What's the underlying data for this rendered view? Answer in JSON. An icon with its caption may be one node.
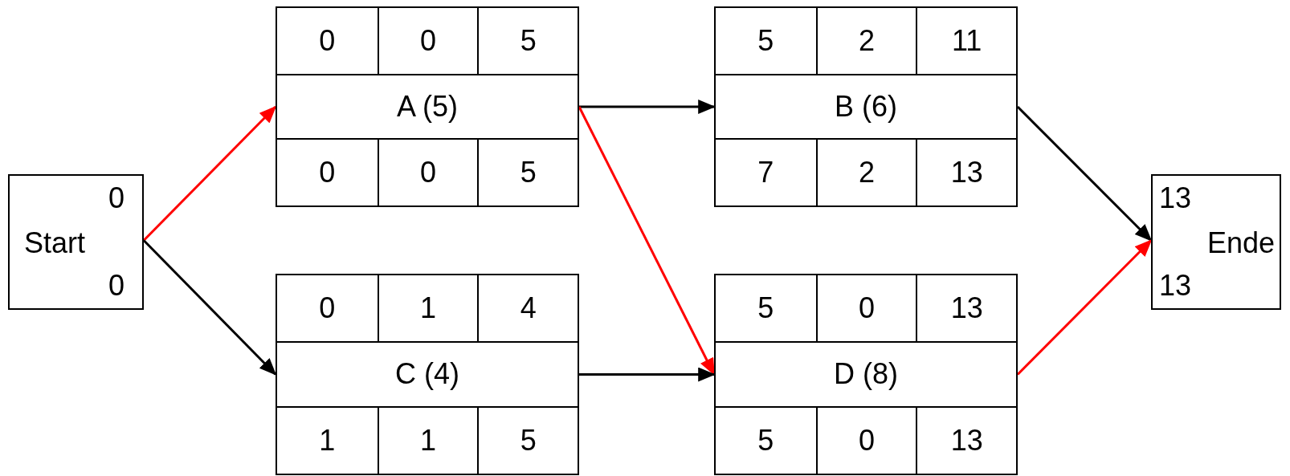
{
  "diagram": {
    "nodes": [
      {
        "text": [
          "0",
          "Start",
          "0"
        ]
      },
      {
        "text": [
          "0",
          "0",
          "5",
          "A (5)",
          "0",
          "0",
          "5"
        ]
      },
      {
        "text": [
          "0",
          "1",
          "4",
          "C (4)",
          "1",
          "1",
          "5"
        ]
      },
      {
        "text": [
          "5",
          "2",
          "11",
          "B (6)",
          "7",
          "2",
          "13"
        ]
      },
      {
        "text": [
          "5",
          "0",
          "13",
          "D (8)",
          "5",
          "0",
          "13"
        ]
      },
      {
        "text": [
          "13",
          "Ende",
          "13"
        ]
      }
    ],
    "edges": [
      {
        "from": 0,
        "to": 1,
        "arrow": "to",
        "color": "#ff0000"
      },
      {
        "from": 0,
        "to": 2,
        "arrow": "to"
      },
      {
        "from": 1,
        "to": 3,
        "arrow": "to"
      },
      {
        "from": 1,
        "to": 4,
        "arrow": "to",
        "color": "#ff0000"
      },
      {
        "from": 3,
        "to": 5,
        "arrow": "to"
      },
      {
        "from": 2,
        "to": 4,
        "arrow": "to"
      },
      {
        "from": 4,
        "to": 5,
        "arrow": "to",
        "color": "#ff0000"
      }
    ]
  }
}
